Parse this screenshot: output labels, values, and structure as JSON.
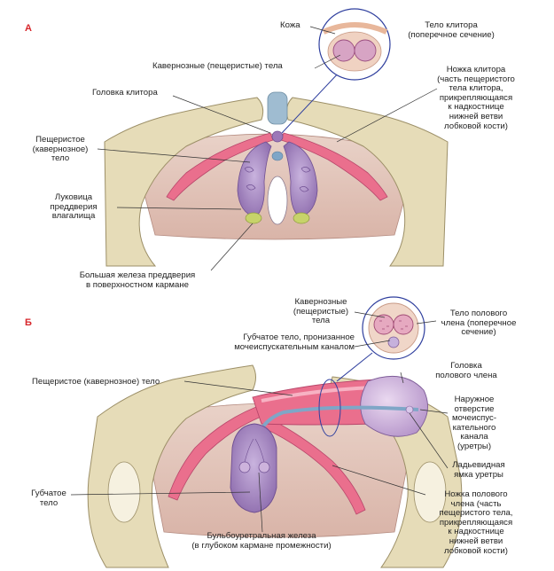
{
  "panels": {
    "a": {
      "letter": "А"
    },
    "b": {
      "letter": "Б"
    }
  },
  "labels_a": {
    "skin": "Кожа",
    "clitoris_body": "Тело клитора\n(поперечное сечение)",
    "cavernous_bodies": "Кавернозные (пещеристые) тела",
    "glans": "Головка клитора",
    "crus": "Ножка клитора\n(часть пещеристого\nтела клитора,\nприкрепляющаяся\nк надкостнице\nнижней ветви\nлобковой кости)",
    "cavernous_body": "Пещеристое\n(кавернозное)\nтело",
    "vestibule_bulb": "Луковица\nпреддверия\nвлагалища",
    "greater_gland": "Большая железа преддверия\nв поверхностном кармане"
  },
  "labels_b": {
    "cavernous_bodies": "Кавернозные\n(пещеристые)\nтела",
    "penis_body": "Тело полового\nчлена (поперечное\nсечение)",
    "spongy_urethra": "Губчатое тело, пронизанное\nмочеиспускательным каналом",
    "cavernous_body": "Пещеристое (кавернозное) тело",
    "glans": "Головка\nполового члена",
    "meatus": "Наружное\nотверстие\nмочеиспус-\nкательного\nканала\n(уретры)",
    "navicular_fossa": "Ладьевидная\nямка уретры",
    "spongy_body": "Губчатое\nтело",
    "crus": "Ножка полового\nчлена (часть\nпещеристого тела,\nприкрепляющаяся\nк надкостнице\nнижней ветви\nлобковой кости)",
    "bulbourethral": "Бульбоуретральная железа\n(в глубоком кармане промежности)"
  },
  "colors": {
    "bone": "#e6dcb8",
    "bone_edge": "#9c8f67",
    "membrane": "#e7c9bf",
    "crus": "#ea6f8d",
    "bulb": "#a786c2",
    "gland": "#c7d36a",
    "accent": "#d7262b",
    "leader": "#333333"
  }
}
